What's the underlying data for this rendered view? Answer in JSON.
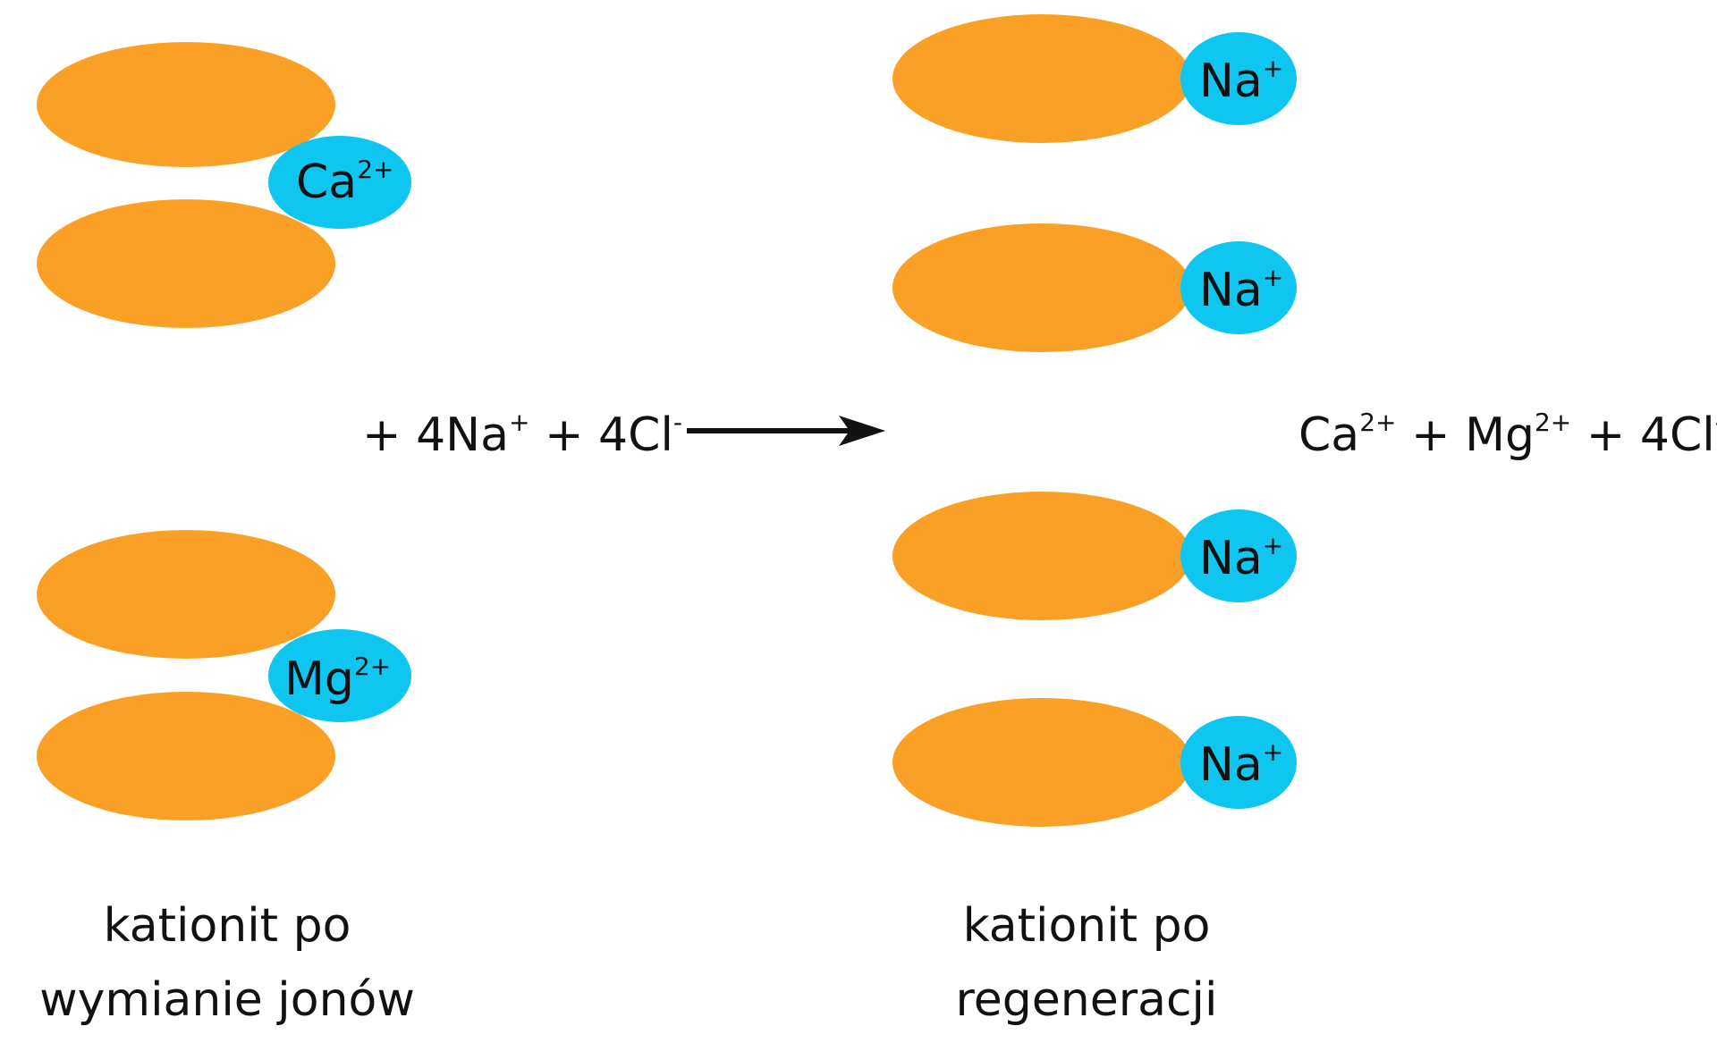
{
  "colors": {
    "resin": "#FBA026",
    "ion": "#0EC6F0",
    "text": "#111111"
  },
  "left": {
    "ions": [
      {
        "symbol": "Ca",
        "charge": "2+"
      },
      {
        "symbol": "Mg",
        "charge": "2+"
      }
    ],
    "caption_line1": "kationit po",
    "caption_line2": "wymianie jonów"
  },
  "reactants": {
    "prefix": "+ 4Na",
    "na_charge": "+",
    "middle": " + 4Cl",
    "cl_charge": "-"
  },
  "right": {
    "ions": [
      {
        "symbol": "Na",
        "charge": "+"
      },
      {
        "symbol": "Na",
        "charge": "+"
      },
      {
        "symbol": "Na",
        "charge": "+"
      },
      {
        "symbol": "Na",
        "charge": "+"
      }
    ],
    "caption_line1": "kationit po",
    "caption_line2": "regeneracji"
  },
  "products": {
    "ca": "Ca",
    "ca_charge": "2+",
    "plus1": " + Mg",
    "mg_charge": "2+",
    "plus2": " + 4Cl",
    "cl_charge": "-"
  },
  "icons": {
    "arrow": "reaction-arrow-icon"
  }
}
